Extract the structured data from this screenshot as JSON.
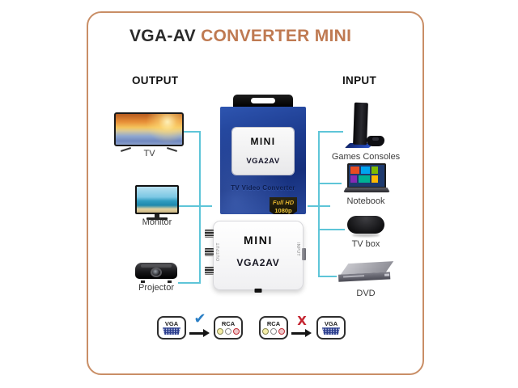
{
  "title": {
    "primary": "VGA-AV",
    "secondary": "CONVERTER MINI"
  },
  "output_section": {
    "label": "OUTPUT",
    "items": [
      {
        "label": "TV",
        "icon": "tv-icon"
      },
      {
        "label": "Monitor",
        "icon": "monitor-icon"
      },
      {
        "label": "Projector",
        "icon": "projector-icon"
      }
    ]
  },
  "input_section": {
    "label": "INPUT",
    "items": [
      {
        "label": "Games Consoles",
        "icon": "game-console-icon"
      },
      {
        "label": "Notebook",
        "icon": "notebook-icon"
      },
      {
        "label": "TV box",
        "icon": "tv-box-icon"
      },
      {
        "label": "DVD",
        "icon": "dvd-player-icon"
      }
    ]
  },
  "product": {
    "retail_box": {
      "brand": "MINI",
      "model": "VGA2AV",
      "subtitle": "TV Video Converter",
      "badge": {
        "line1": "Full HD",
        "line2": "1080p"
      }
    },
    "device": {
      "brand": "MINI",
      "model": "VGA2AV",
      "left_side_label": "OUTPUT",
      "right_side_label": "INPUT"
    }
  },
  "conversion_legend": {
    "supported": {
      "source": "VGA",
      "target": "RCA",
      "mark": "✔"
    },
    "unsupported": {
      "source": "RCA",
      "target": "VGA",
      "mark": "X"
    }
  },
  "colors": {
    "frame_border": "#c98e66",
    "title_primary": "#2b2b2b",
    "title_accent": "#bf7a52",
    "connector_line": "#5ec5d8",
    "check_mark": "#2b7fc5",
    "cross_mark": "#c42430",
    "vga_plug_blue": "#2c3e8e",
    "rca_yellow": "#f4eda6",
    "rca_white": "#ffffff",
    "rca_red": "#c03038",
    "box_blue": "#1d3c90",
    "badge_gold": "#e2b22e"
  }
}
